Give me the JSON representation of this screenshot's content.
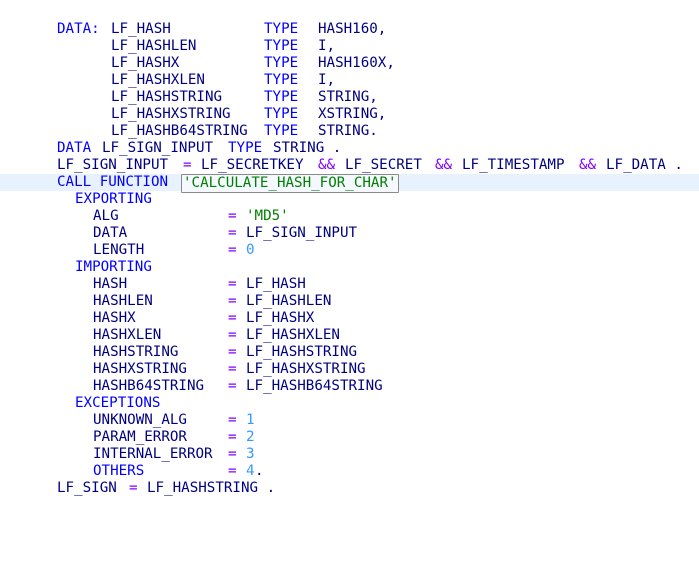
{
  "editor": {
    "lines": [
      {
        "kw": "DATA:",
        "id": "LF_HASH",
        "kw2": "TYPE",
        "val": "HASH160,"
      },
      {
        "id": "LF_HASHLEN",
        "kw2": "TYPE",
        "val": "I,"
      },
      {
        "id": "LF_HASHX",
        "kw2": "TYPE",
        "val": "HASH160X,"
      },
      {
        "id": "LF_HASHXLEN",
        "kw2": "TYPE",
        "val": "I,"
      },
      {
        "id": "LF_HASHSTRING",
        "kw2": "TYPE",
        "val": "STRING,"
      },
      {
        "id": "LF_HASHXSTRING",
        "kw2": "TYPE",
        "val": "XSTRING,"
      },
      {
        "id": "LF_HASHB64STRING",
        "kw2": "TYPE",
        "val": "STRING."
      },
      {
        "kw": "DATA",
        "id": "LF_SIGN_INPUT",
        "kw2": "TYPE",
        "val": "STRING ."
      },
      {
        "a": "LF_SIGN_INPUT",
        "eq": "=",
        "b": "LF_SECRETKEY",
        "op1": "&&",
        "c": "LF_SECRET",
        "op2": "&&",
        "d": "LF_TIMESTAMP",
        "op3": "&&",
        "e": "LF_DATA ."
      },
      {
        "kw": "CALL FUNCTION",
        "lit": "'CALCULATE_HASH_FOR_CHAR'"
      },
      {
        "kw": "EXPORTING"
      },
      {
        "id": "ALG",
        "eq": "=",
        "lit": "'MD5'"
      },
      {
        "id": "DATA",
        "eq": "=",
        "val": "LF_SIGN_INPUT"
      },
      {
        "id": "LENGTH",
        "eq": "=",
        "num": "0"
      },
      {
        "kw": "IMPORTING"
      },
      {
        "id": "HASH",
        "eq": "=",
        "val": "LF_HASH"
      },
      {
        "id": "HASHLEN",
        "eq": "=",
        "val": "LF_HASHLEN"
      },
      {
        "id": "HASHX",
        "eq": "=",
        "val": "LF_HASHX"
      },
      {
        "id": "HASHXLEN",
        "eq": "=",
        "val": "LF_HASHXLEN"
      },
      {
        "id": "HASHSTRING",
        "eq": "=",
        "val": "LF_HASHSTRING"
      },
      {
        "id": "HASHXSTRING",
        "eq": "=",
        "val": "LF_HASHXSTRING"
      },
      {
        "id": "HASHB64STRING",
        "eq": "=",
        "val": "LF_HASHB64STRING"
      },
      {
        "kw": "EXCEPTIONS"
      },
      {
        "id": "UNKNOWN_ALG",
        "eq": "=",
        "num": "1"
      },
      {
        "id": "PARAM_ERROR",
        "eq": "=",
        "num": "2"
      },
      {
        "id": "INTERNAL_ERROR",
        "eq": "=",
        "num": "3"
      },
      {
        "kw": "OTHERS",
        "eq": "=",
        "num": "4",
        "tail": "."
      },
      {
        "a": "LF_SIGN",
        "eq": "=",
        "b": "LF_HASHSTRING ."
      }
    ]
  },
  "colors": {
    "keyword": "#0000ff",
    "operator": "#8000ff",
    "string": "#008000",
    "number": "#3399ff",
    "identifier": "#000080",
    "current_line": "#e8f2fe"
  }
}
